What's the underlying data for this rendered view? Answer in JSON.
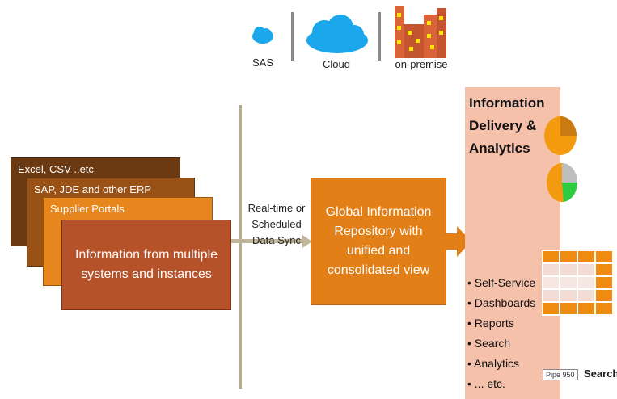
{
  "top_icons": {
    "sas": "SAS",
    "cloud": "Cloud",
    "onprem": "on-premise"
  },
  "sources": {
    "card1": "Excel, CSV ..etc",
    "card2": "SAP, JDE and other ERP",
    "card3": "Supplier  Portals",
    "card4": "Information from multiple systems and instances"
  },
  "sync_label": "Real-time or Scheduled Data Sync",
  "repository": "Global Information Repository with unified and consolidated view",
  "panel": {
    "title": "Information Delivery & Analytics",
    "items": [
      "Self-Service",
      "Dashboards",
      "Reports",
      "Search",
      "Analytics",
      "... etc."
    ],
    "small_box": "Pipe 950",
    "search_label": "Search"
  },
  "colors": {
    "dark_brown": "#6b3a12",
    "brown": "#8f4a12",
    "orange": "#e67a16",
    "rust": "#b6522a",
    "cloud_blue": "#1aa7ec",
    "panel_bg": "#f6c1ab"
  }
}
